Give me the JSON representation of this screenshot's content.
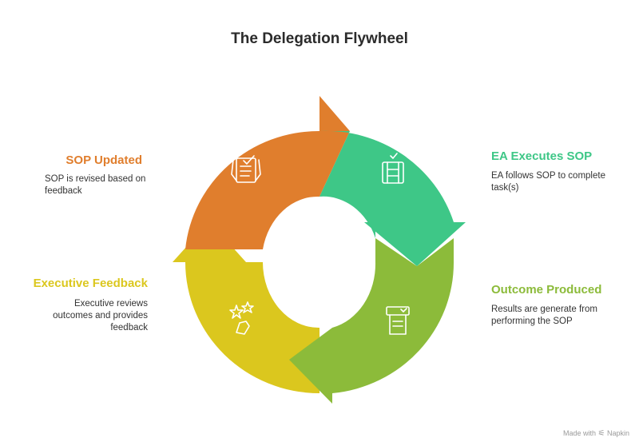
{
  "title": "The Delegation Flywheel",
  "steps": [
    {
      "title": "SOP Updated",
      "description": "SOP is revised based on feedback",
      "color": "#E07E2D",
      "icon": "checklist-hands-icon"
    },
    {
      "title": "EA Executes SOP",
      "description": "EA follows SOP to complete task(s)",
      "color": "#3EC787",
      "icon": "film-strip-icon"
    },
    {
      "title": "Outcome Produced",
      "description": "Results are generate from performing the SOP",
      "color": "#8CBB3A",
      "icon": "document-icon"
    },
    {
      "title": "Executive Feedback",
      "description": "Executive reviews outcomes and provides feedback",
      "color": "#DBC71E",
      "icon": "stars-hand-icon"
    }
  ],
  "footer": {
    "text": "Made with",
    "brand": "Napkin"
  }
}
